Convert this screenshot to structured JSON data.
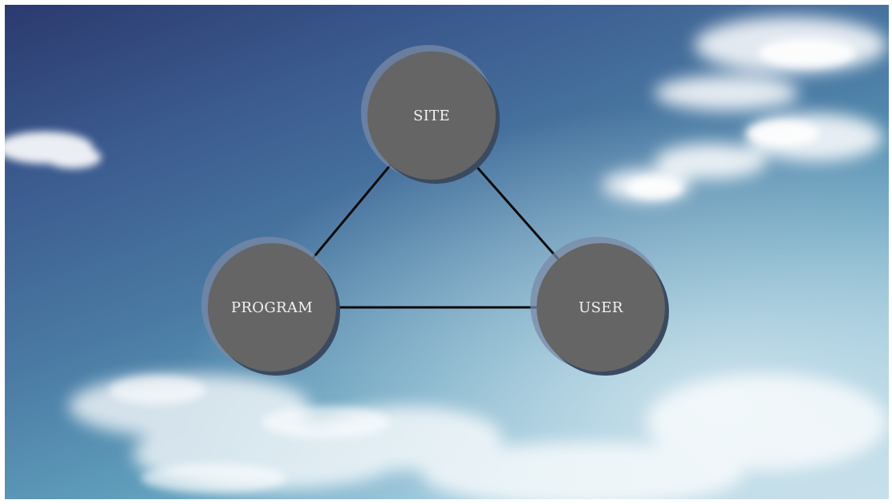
{
  "diagram": {
    "nodes": [
      {
        "id": "site",
        "label": "SITE"
      },
      {
        "id": "program",
        "label": "PROGRAM"
      },
      {
        "id": "user",
        "label": "USER"
      }
    ],
    "edges": [
      {
        "from": "site",
        "to": "program"
      },
      {
        "from": "site",
        "to": "user"
      },
      {
        "from": "program",
        "to": "user"
      }
    ]
  },
  "colors": {
    "node_fill": "#656565",
    "node_shadow": "#3a4a60",
    "node_rim": "#7a8aa6",
    "edge": "#0b0b0b",
    "label": "#f2f2f2"
  }
}
